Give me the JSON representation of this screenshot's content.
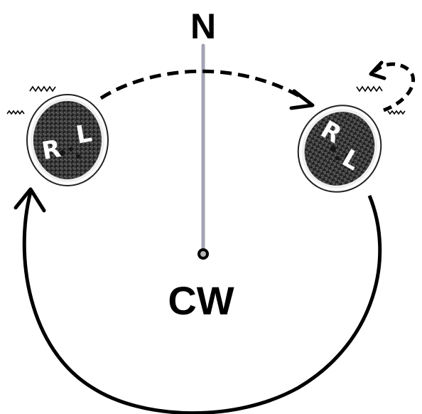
{
  "labels": {
    "north": "N",
    "direction": "CW"
  },
  "heads": [
    {
      "left_label": "R",
      "right_label": "L"
    },
    {
      "left_label": "R",
      "right_label": "L"
    }
  ],
  "colors": {
    "north_line": "#a3a3b5",
    "arrow": "#000000",
    "background": "#ffffff",
    "head_dark": "#3a3a3a",
    "head_rim": "#f2f2f2"
  },
  "icons": {
    "wavy_marks": "wavy-lines-icon",
    "pivot": "pivot-dot-icon"
  }
}
